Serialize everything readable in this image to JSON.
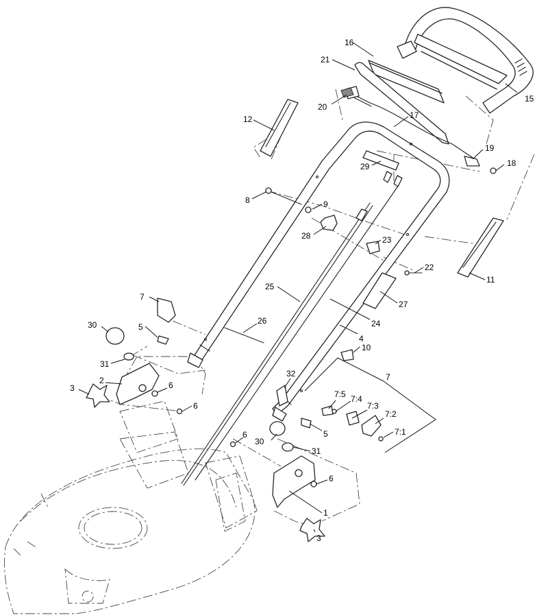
{
  "callouts": {
    "c1": "1",
    "c2": "2",
    "c3a": "3",
    "c3b": "3",
    "c4": "4",
    "c5a": "5",
    "c5b": "5",
    "c6a": "6",
    "c6b": "6",
    "c6c": "6",
    "c6d": "6",
    "c7a": "7",
    "c7b": "7",
    "c7_1": "7:1",
    "c7_2": "7:2",
    "c7_3": "7:3",
    "c7_4": "7:4",
    "c7_5": "7:5",
    "c8": "8",
    "c9": "9",
    "c10": "10",
    "c11": "11",
    "c12": "12",
    "c15": "15",
    "c16": "16",
    "c17": "17",
    "c18": "18",
    "c19": "19",
    "c20": "20",
    "c21": "21",
    "c22": "22",
    "c23": "23",
    "c24": "24",
    "c25": "25",
    "c26": "26",
    "c27": "27",
    "c28": "28",
    "c29": "29",
    "c30a": "30",
    "c30b": "30",
    "c31a": "31",
    "c31b": "31",
    "c32": "32"
  }
}
